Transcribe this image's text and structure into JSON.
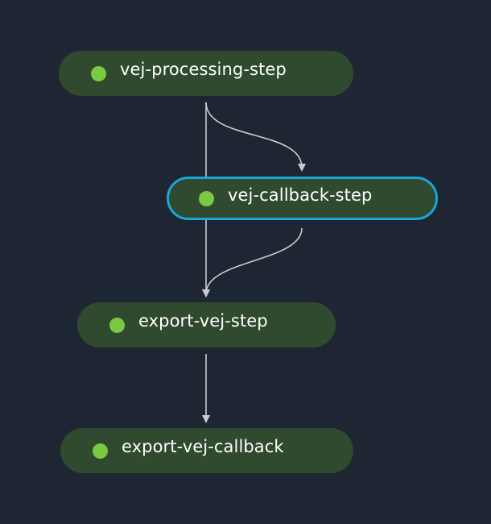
{
  "theme": {
    "background": "#1f2633",
    "node_fill": "#2f4a2f",
    "status_color": "#7ac943",
    "selected_border": "#18a7d8",
    "edge_color": "#c9ccd2"
  },
  "nodes": [
    {
      "id": "processing",
      "label": "vej-processing-step",
      "status": "succeeded",
      "selected": false
    },
    {
      "id": "callback",
      "label": "vej-callback-step",
      "status": "succeeded",
      "selected": true
    },
    {
      "id": "export",
      "label": "export-vej-step",
      "status": "succeeded",
      "selected": false
    },
    {
      "id": "export_cb",
      "label": "export-vej-callback",
      "status": "succeeded",
      "selected": false
    }
  ],
  "edges": [
    {
      "from": "processing",
      "to": "callback"
    },
    {
      "from": "processing",
      "to": "export"
    },
    {
      "from": "callback",
      "to": "export"
    },
    {
      "from": "export",
      "to": "export_cb"
    }
  ]
}
